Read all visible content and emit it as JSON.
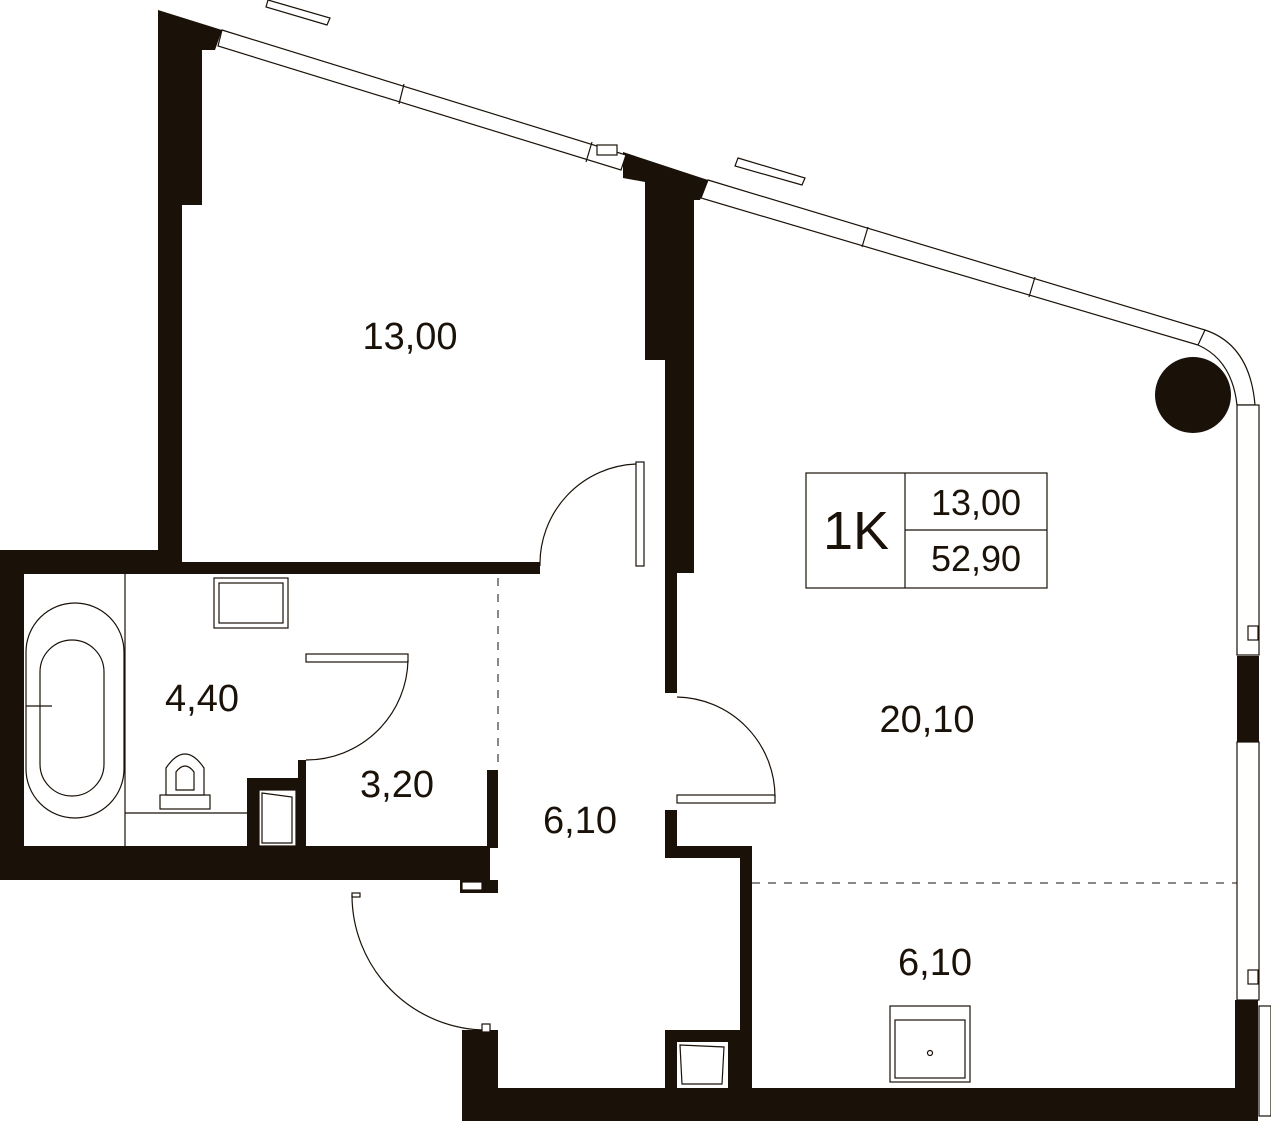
{
  "unit_badge": {
    "type_label": "1K",
    "living_area": "13,00",
    "total_area": "52,90"
  },
  "rooms": [
    {
      "id": "bedroom",
      "area": "13,00"
    },
    {
      "id": "living-room",
      "area": "20,10"
    },
    {
      "id": "bathroom",
      "area": "4,40"
    },
    {
      "id": "toilet",
      "area": "3,20"
    },
    {
      "id": "hallway",
      "area": "6,10"
    },
    {
      "id": "kitchen",
      "area": "6,10"
    }
  ],
  "colors": {
    "wall": "#1a1108",
    "background": "#ffffff"
  }
}
